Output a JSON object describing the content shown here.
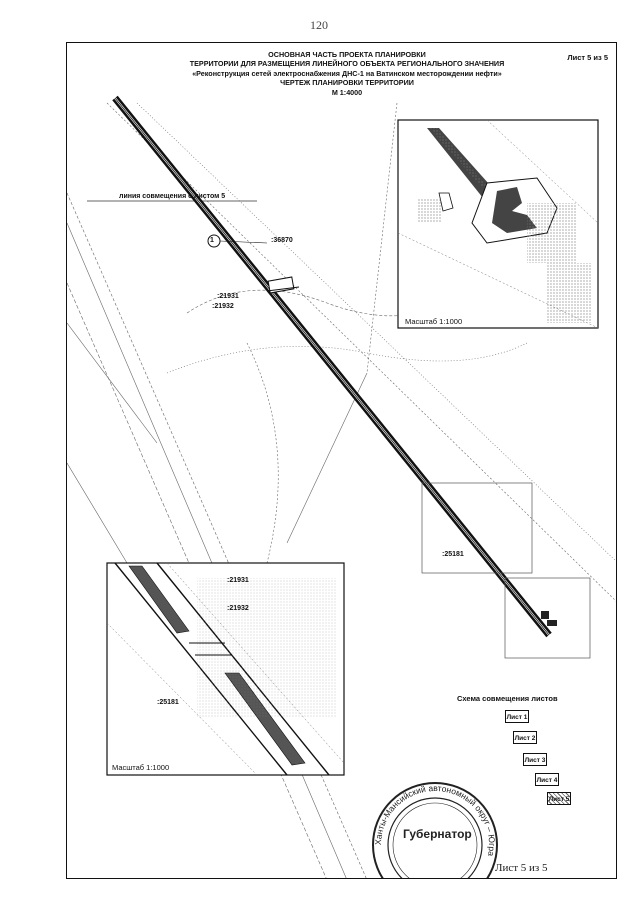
{
  "page_number": "120",
  "title_lines": [
    "ОСНОВНАЯ ЧАСТЬ ПРОЕКТА ПЛАНИРОВКИ",
    "ТЕРРИТОРИИ ДЛЯ РАЗМЕЩЕНИЯ ЛИНЕЙНОГО ОБЪЕКТА РЕГИОНАЛЬНОГО ЗНАЧЕНИЯ",
    "«Реконструкция сетей электроснабжения ДНС-1 на Ватинском месторождении нефти»",
    "ЧЕРТЕЖ ПЛАНИРОВКИ ТЕРРИТОРИИ",
    "М 1:4000"
  ],
  "sheet_label_top": "Лист 5 из 5",
  "match_line_label": "линия совмещения с листом 5",
  "callout_number": "1",
  "parcel_labels": {
    "p36870": ":36870",
    "p21931": ":21931",
    "p21932": ":21932",
    "p25181": ":25181",
    "inset_21931": ":21931",
    "inset_21932": ":21932",
    "inset_25181": ":25181"
  },
  "inset_top_scale": "Масштаб 1:1000",
  "inset_bottom_scale": "Масштаб 1:1000",
  "scheme_title": "Схема совмещения листов",
  "scheme_sheets": [
    "Лист 1",
    "Лист 2",
    "Лист 3",
    "Лист 4",
    "Лист 5"
  ],
  "stamp_text": "Губернатор",
  "stamp_ring_text": "Ханты-Мансийский автономный округ – Югра",
  "bottom_sheet_label": "Лист 5 из 5"
}
